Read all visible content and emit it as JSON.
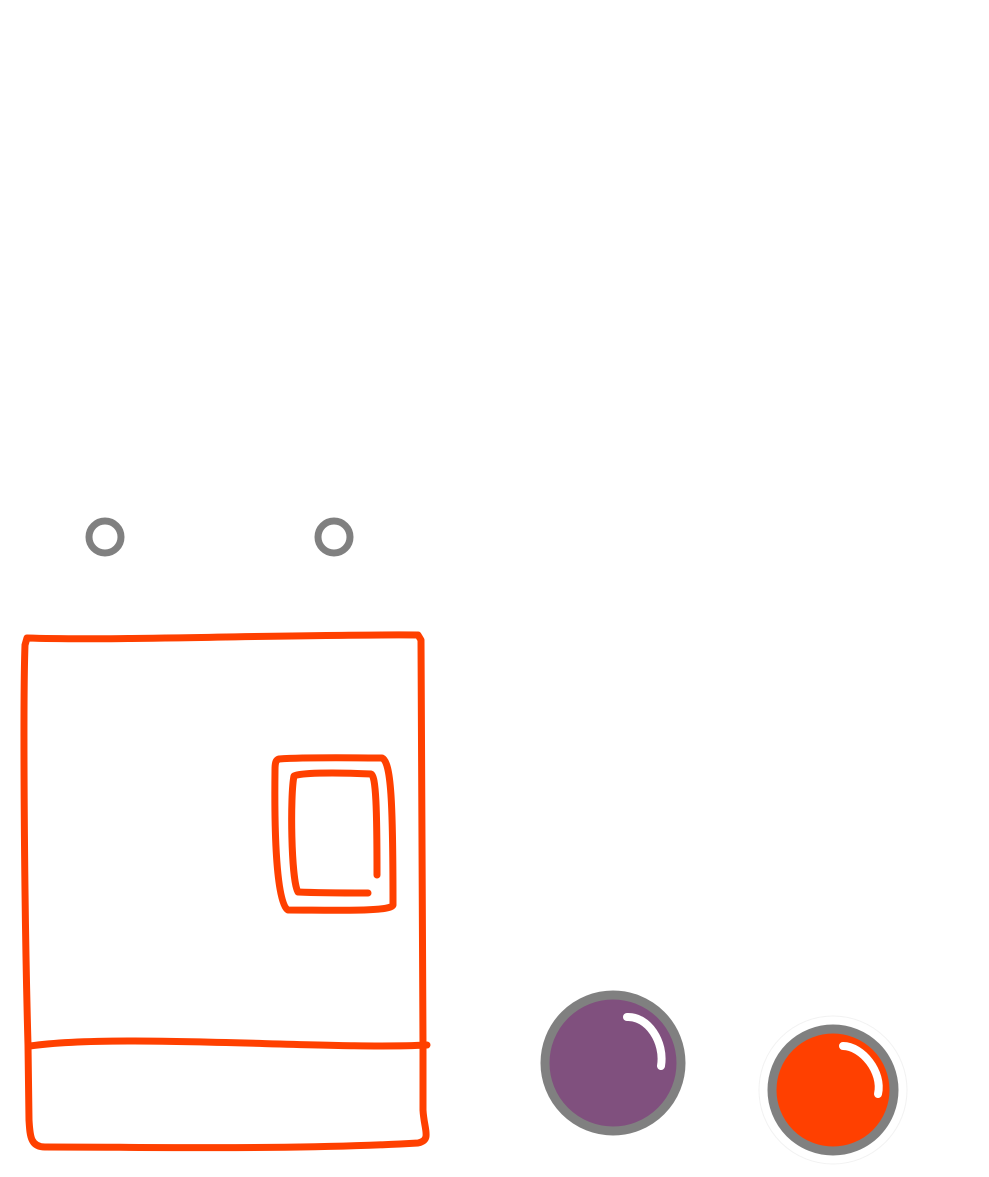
{
  "scene": {
    "background": "#ffffff",
    "stroke_color": "#ff4000",
    "ring_color": "#808080"
  },
  "rings": [
    {
      "name": "ring-left",
      "color": "#808080"
    },
    {
      "name": "ring-right",
      "color": "#808080"
    }
  ],
  "container": {
    "icon": "box-outline-icon",
    "color": "#ff4000"
  },
  "buttons": [
    {
      "name": "purple-round-button",
      "icon": "round-button-icon",
      "fill": "#80507e",
      "rim": "#808080"
    },
    {
      "name": "orange-round-button",
      "icon": "round-button-icon",
      "fill": "#ff4000",
      "rim": "#808080"
    }
  ]
}
